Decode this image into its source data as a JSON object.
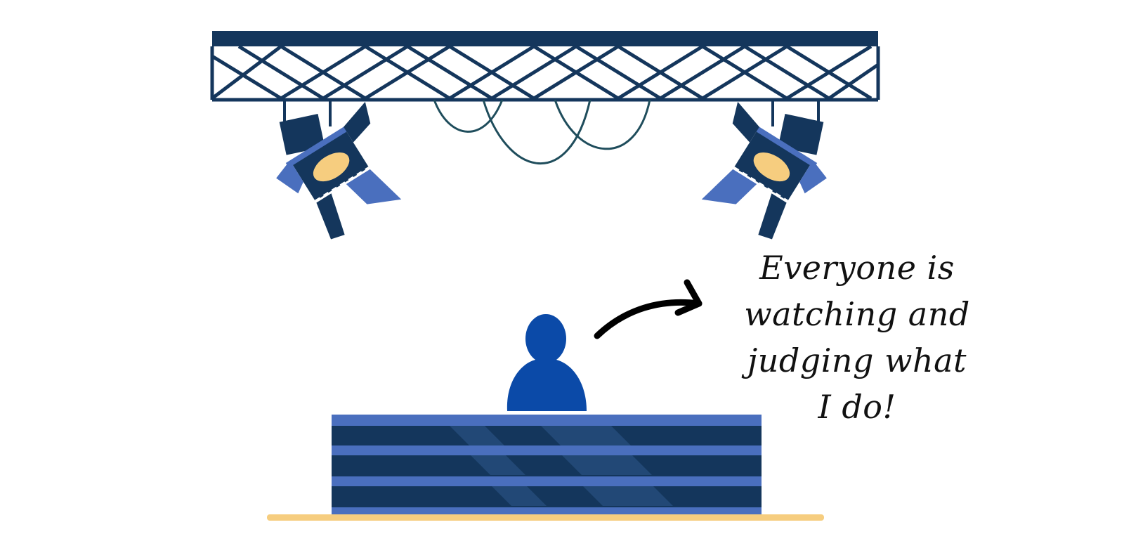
{
  "caption": {
    "lines": [
      "Everyone is",
      "watching and",
      "judging what",
      "I do!"
    ]
  },
  "colors": {
    "navy": "#14365c",
    "blue_accent": "#4a6fbe",
    "person_blue": "#0b4aa8",
    "lamp_lens": "#f6cd7f",
    "floor": "#f6cd7f",
    "cable": "#1f4d5c",
    "arrow": "#000000"
  },
  "icons": {
    "truss": "stage-truss-icon",
    "spotlight_left": "spotlight-icon",
    "spotlight_right": "spotlight-icon",
    "person": "person-icon",
    "arrow": "curved-arrow-icon"
  }
}
